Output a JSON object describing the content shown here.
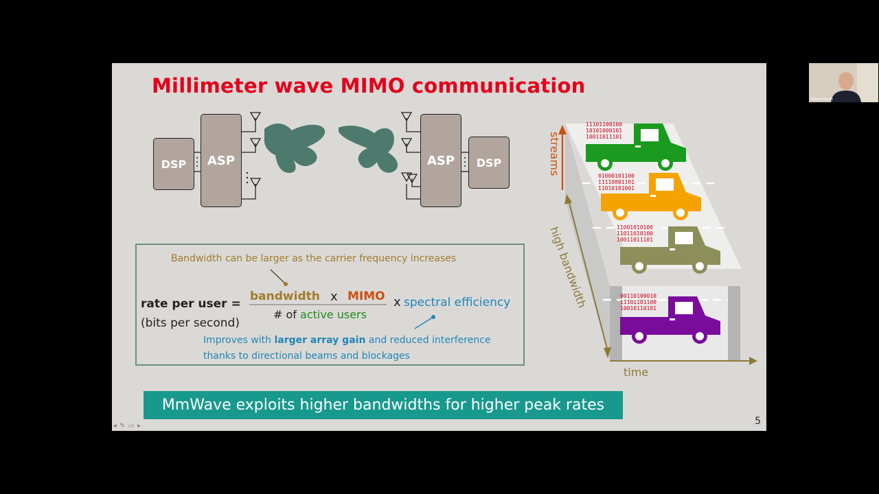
{
  "slide": {
    "title": "Millimeter wave MIMO communication",
    "page_number": "5",
    "banner": "MmWave exploits higher bandwidths for higher peak rates",
    "tx": {
      "dsp_label": "DSP",
      "asp_label": "ASP"
    },
    "rx": {
      "asp_label": "ASP",
      "dsp_label": "DSP"
    },
    "equation": {
      "bandwidth_note": "Bandwidth can be larger as the carrier frequency increases",
      "lhs": "rate per user =",
      "lhs_units": "(bits per second)",
      "bandwidth": "bandwidth",
      "times1": "x",
      "mimo": "MIMO",
      "denominator_prefix": "# of",
      "denominator_users": "active users",
      "times2": "x",
      "spectral_efficiency": "spectral efficiency",
      "note_line1_prefix": "Improves with",
      "note_line1_bold": "larger array gain",
      "note_line1_suffix": "and reduced interference",
      "note_line2": "thanks to directional beams and blockages"
    },
    "figure": {
      "streams_label": "streams",
      "bandwidth_label": "high bandwidth",
      "time_label": "time",
      "truck_colors": [
        "#1a9a1e",
        "#f5a300",
        "#8c8f5a",
        "#7a0c9c"
      ],
      "bits": [
        "11101100100\n10101000101\n10011011101",
        "01000101100\n11110001101\n11010101001",
        "11001010100\n11011010100\n10011011101",
        "00110100010\n11101101100\n10010110101"
      ]
    },
    "nav_icons": "◂ ✎ ▭ ▸"
  },
  "webcam": {
    "name": "Robert Heath"
  },
  "colors": {
    "title": "#e3001b",
    "banner": "#18998e",
    "bandwidth": "#a07c2c",
    "mimo": "#cc4f0f",
    "users": "#1f8a1f",
    "spectral": "#1f86b8",
    "beam": "#4e7a6e"
  }
}
